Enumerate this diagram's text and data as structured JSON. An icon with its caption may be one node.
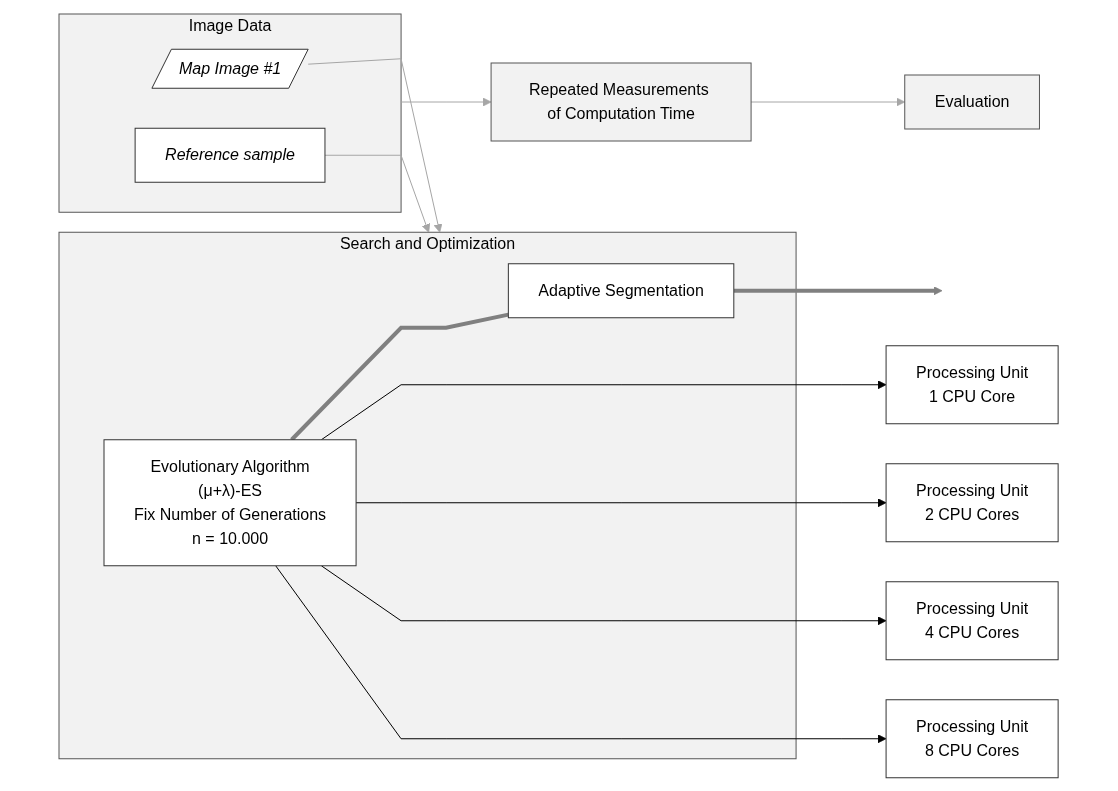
{
  "diagram": {
    "nodes": [
      {
        "text": [
          "Image Data"
        ]
      },
      {
        "text": [
          "Map Image #1"
        ],
        "in": 0
      },
      {
        "text": [
          "Reference sample"
        ],
        "in": 0
      },
      {
        "text": [
          "Search and Optimization"
        ]
      },
      {
        "text": [
          "Adaptive Segmentation"
        ],
        "in": 3
      },
      {
        "text": [
          "Evolutionary Algorithm",
          "(μ+λ)-ES",
          "Fix Number of Generations",
          "n = 10.000"
        ],
        "in": 3
      },
      {
        "text": [
          "Evaluation"
        ]
      },
      {
        "text": [
          "Processing Unit",
          "1 CPU Core"
        ]
      },
      {
        "text": [
          "Processing Unit",
          "2 CPU Cores"
        ]
      },
      {
        "text": [
          "Processing Unit",
          "4 CPU Cores"
        ]
      },
      {
        "text": [
          "Processing Unit",
          "8 CPU Cores"
        ]
      },
      {
        "text": [
          "Repeated Measurements of Computation Time"
        ]
      }
    ],
    "edges": [
      {
        "from": 1,
        "to": 3,
        "arrow": "to"
      },
      {
        "from": 2,
        "to": 3,
        "arrow": "to"
      },
      {
        "from": 5,
        "to": 4,
        "arrow": "none",
        "style": "thick",
        "color": "#808080"
      },
      {
        "from": 4,
        "to": null,
        "arrow": "to",
        "style": "thick",
        "color": "#808080"
      },
      {
        "from": 5,
        "to": 7,
        "arrow": "to",
        "color": "#000000"
      },
      {
        "from": 5,
        "to": 8,
        "arrow": "to",
        "color": "#000000"
      },
      {
        "from": 5,
        "to": 9,
        "arrow": "to",
        "color": "#000000"
      },
      {
        "from": 5,
        "to": 10,
        "arrow": "to",
        "color": "#000000"
      },
      {
        "from": 0,
        "to": 11,
        "arrow": "to"
      },
      {
        "from": 11,
        "to": 6,
        "arrow": "to"
      }
    ]
  }
}
